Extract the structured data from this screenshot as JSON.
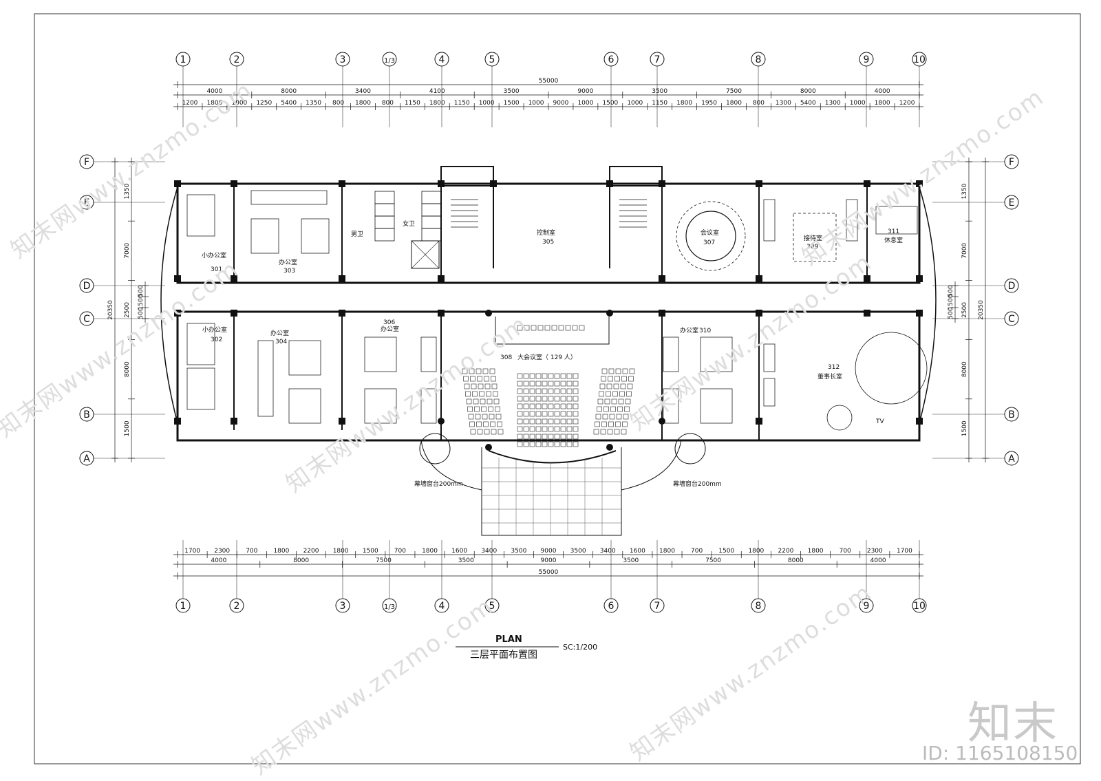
{
  "grid_axes": {
    "columns": [
      "1",
      "2",
      "3",
      "1/3",
      "4",
      "5",
      "6",
      "7",
      "8",
      "9",
      "10"
    ],
    "rows": [
      "F",
      "E",
      "D",
      "C",
      "B",
      "A"
    ]
  },
  "top_dims": {
    "total": "55000",
    "row1": [
      "4000",
      "8000",
      "3400",
      "4100",
      "3500",
      "9000",
      "3500",
      "7500",
      "8000",
      "4000"
    ],
    "row2": [
      "1200",
      "1800",
      "1000",
      "1250",
      "5400",
      "1350",
      "800",
      "1800",
      "800",
      "1150",
      "1800",
      "1150",
      "1000",
      "1500",
      "1000",
      "9000",
      "1000",
      "1500",
      "1000",
      "1150",
      "1800",
      "1950",
      "1800",
      "800",
      "1300",
      "5400",
      "1300",
      "1000",
      "1800",
      "1200"
    ]
  },
  "bottom_dims": {
    "row1": [
      "1700",
      "2300",
      "700",
      "1800",
      "2200",
      "1800",
      "1500",
      "700",
      "1800",
      "1600",
      "3400",
      "3500",
      "9000",
      "3500",
      "3400",
      "1600",
      "1800",
      "700",
      "1500",
      "1800",
      "2200",
      "1800",
      "700",
      "2300",
      "1700"
    ],
    "row2": [
      "4000",
      "8000",
      "7500",
      "3500",
      "9000",
      "3500",
      "7500",
      "8000",
      "4000"
    ],
    "total": "55000"
  },
  "side_dims": {
    "left": [
      "1350",
      "7000",
      "2500",
      "8000",
      "1500"
    ],
    "left_small": [
      "500",
      "1500",
      "500"
    ],
    "left_total": "20350",
    "right": [
      "1350",
      "7000",
      "2500",
      "8000",
      "1500"
    ],
    "right_small": [
      "500",
      "1500",
      "500"
    ],
    "right_total": "20350"
  },
  "rooms": {
    "r301": {
      "name": "小办公室",
      "num": "301"
    },
    "r302": {
      "name": "小办公室",
      "num": "302"
    },
    "r303": {
      "name": "办公室",
      "num": "303"
    },
    "r304": {
      "name": "办公室",
      "num": "304"
    },
    "r305": {
      "name": "控制室",
      "num": "305"
    },
    "r306": {
      "name": "办公室",
      "num": "306"
    },
    "r307": {
      "name": "会议室",
      "num": "307"
    },
    "r308": {
      "name": "大会议室（ 129 人）",
      "num": "308"
    },
    "r309": {
      "name": "接待室",
      "num": "309"
    },
    "r310": {
      "name": "办公室",
      "num": "310"
    },
    "r311": {
      "name": "休息室",
      "num": "311"
    },
    "r312": {
      "name": "董事长室",
      "num": "312"
    },
    "wc_men": "男卫",
    "wc_women": "女卫"
  },
  "notes": {
    "curtain_left": "幕墙窗台200mm",
    "curtain_right": "幕墙窗台200mm",
    "tv": "TV"
  },
  "title_block": {
    "plan": "PLAN",
    "title": "三层平面布置图",
    "scale": "SC:1/200"
  },
  "watermark": {
    "text": "知末网www.znzmo.com",
    "logo": "知末",
    "id": "ID: 1165108150"
  }
}
